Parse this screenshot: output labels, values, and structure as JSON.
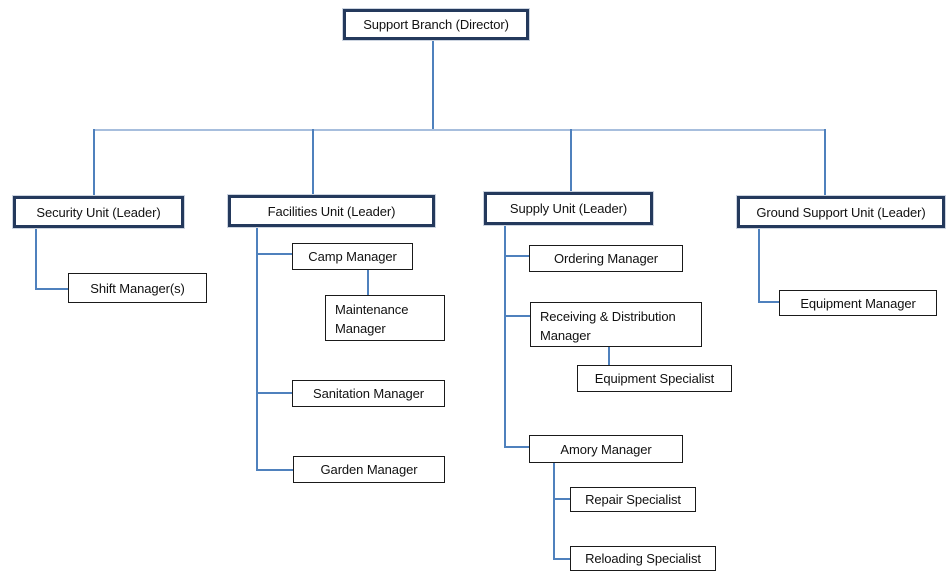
{
  "diagram": {
    "type": "org-chart",
    "title": "Support Branch organization chart",
    "colors": {
      "background": "#ffffff",
      "connector": "#4f81bd",
      "connector_light": "#a7bedd",
      "leader_border": "#24395c",
      "child_border": "#1a1a1a",
      "node_fill": "#ffffff",
      "text": "#111111"
    },
    "nodes": {
      "director": {
        "label": "Support Branch (Director)",
        "level": "director",
        "reports_to": null
      },
      "security": {
        "label": "Security Unit (Leader)",
        "level": "leader",
        "reports_to": "director"
      },
      "facilities": {
        "label": "Facilities Unit (Leader)",
        "level": "leader",
        "reports_to": "director"
      },
      "supply": {
        "label": "Supply Unit (Leader)",
        "level": "leader",
        "reports_to": "director"
      },
      "ground": {
        "label": "Ground Support Unit (Leader)",
        "level": "leader",
        "reports_to": "director"
      },
      "shift": {
        "label": "Shift Manager(s)",
        "level": "staff",
        "reports_to": "security"
      },
      "camp": {
        "label": "Camp Manager",
        "level": "staff",
        "reports_to": "facilities"
      },
      "maintenance": {
        "label": "Maintenance Manager",
        "level": "staff",
        "reports_to": "camp"
      },
      "sanitation": {
        "label": "Sanitation Manager",
        "level": "staff",
        "reports_to": "facilities"
      },
      "garden": {
        "label": "Garden Manager",
        "level": "staff",
        "reports_to": "facilities"
      },
      "ordering": {
        "label": "Ordering Manager",
        "level": "staff",
        "reports_to": "supply"
      },
      "receiving": {
        "label": "Receiving & Distribution Manager",
        "level": "staff",
        "reports_to": "supply"
      },
      "equipment_specialist": {
        "label": "Equipment Specialist",
        "level": "staff",
        "reports_to": "receiving"
      },
      "amory": {
        "label": "Amory Manager",
        "level": "staff",
        "reports_to": "supply"
      },
      "repair": {
        "label": "Repair Specialist",
        "level": "staff",
        "reports_to": "amory"
      },
      "reloading": {
        "label": "Reloading Specialist",
        "level": "staff",
        "reports_to": "amory"
      },
      "equipment_manager": {
        "label": "Equipment Manager",
        "level": "staff",
        "reports_to": "ground"
      }
    }
  }
}
